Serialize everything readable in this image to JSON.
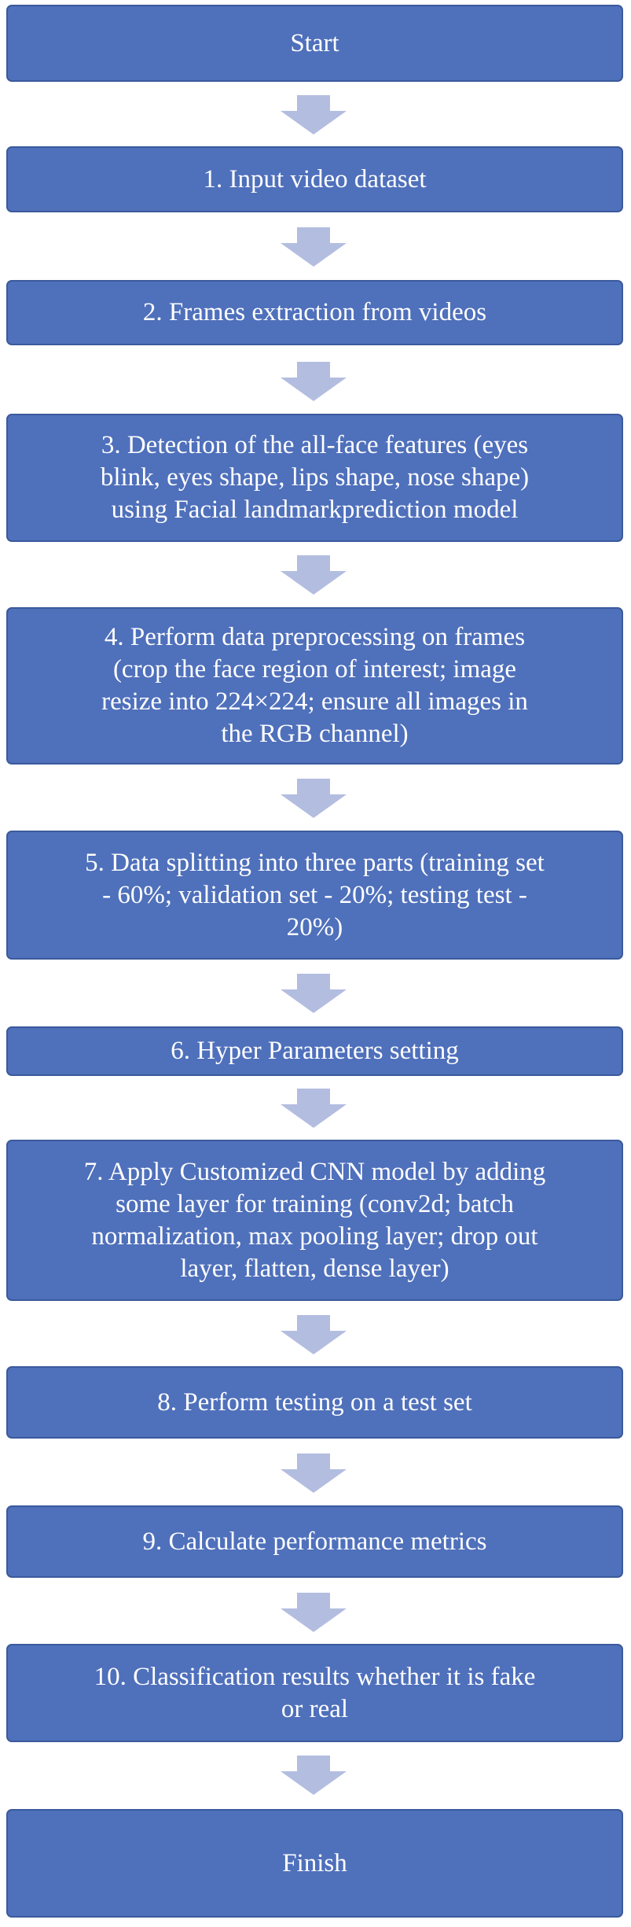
{
  "flowchart": {
    "colors": {
      "box_fill": "#4f70bb",
      "box_border": "#3b5a9c",
      "box_text": "#ffffff",
      "arrow_fill": "#b3bde0"
    },
    "steps": [
      {
        "label": "Start"
      },
      {
        "label": "1. Input video dataset"
      },
      {
        "label": "2. Frames extraction from videos"
      },
      {
        "label": "3. Detection of the all-face features (eyes\nblink, eyes shape, lips shape, nose shape)\nusing Facial landmarkprediction model"
      },
      {
        "label": "4. Perform data preprocessing on frames\n(crop the face region of interest; image\nresize into 224×224; ensure all images in\nthe RGB channel)"
      },
      {
        "label": "5. Data splitting into three parts (training set\n- 60%; validation set - 20%; testing test -\n20%)"
      },
      {
        "label": "6. Hyper Parameters setting"
      },
      {
        "label": "7. Apply Customized CNN model by adding\nsome layer for training (conv2d; batch\nnormalization, max pooling layer; drop out\nlayer, flatten, dense layer)"
      },
      {
        "label": "8. Perform testing on a test set"
      },
      {
        "label": "9. Calculate performance metrics"
      },
      {
        "label": "10. Classification results whether it is fake\nor real"
      },
      {
        "label": "Finish"
      }
    ]
  }
}
